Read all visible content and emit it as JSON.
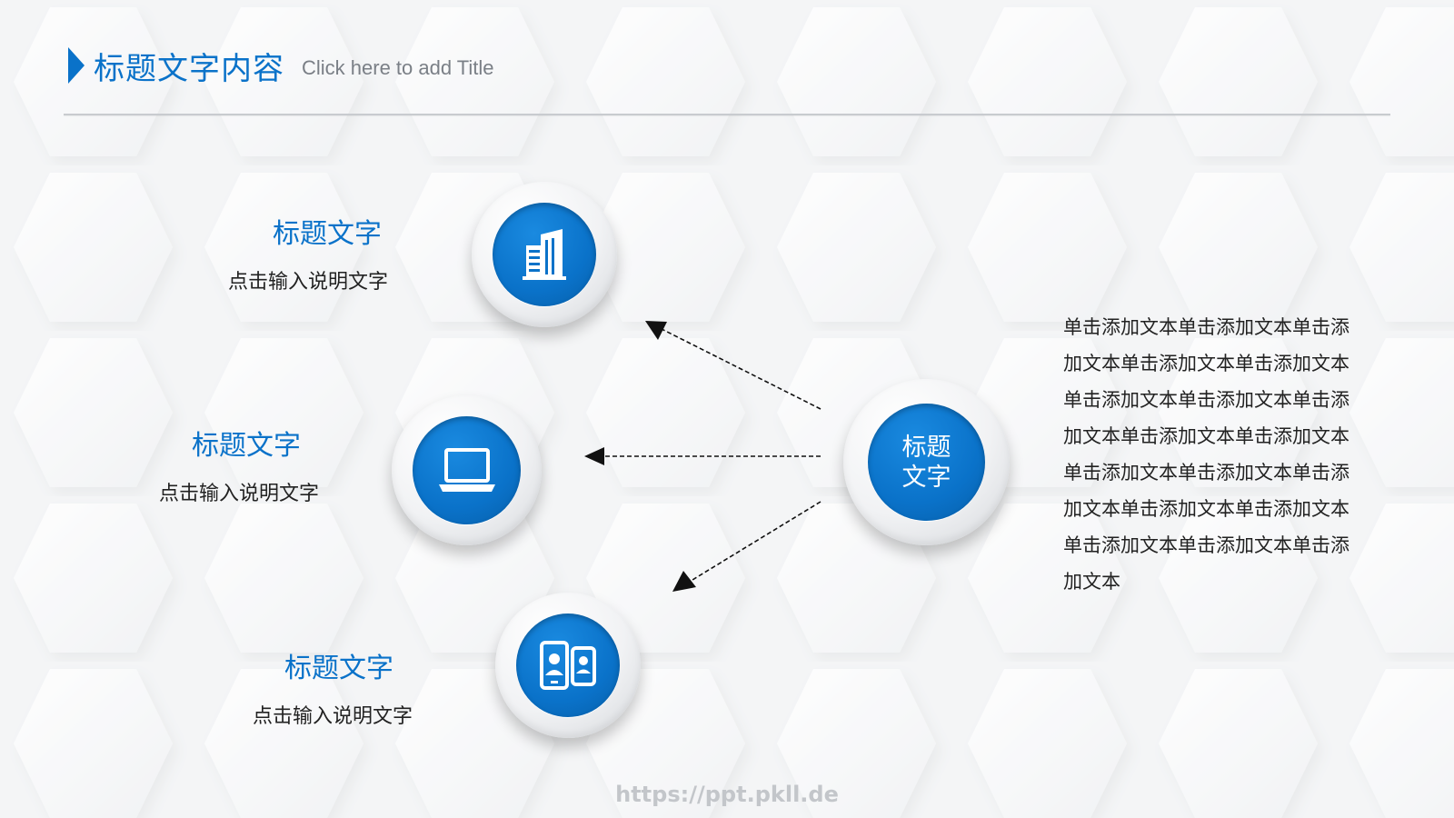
{
  "header": {
    "title": "标题文字内容",
    "subtitle": "Click here to add Title"
  },
  "items": [
    {
      "title": "标题文字",
      "desc": "点击输入说明文字",
      "icon": "building-icon"
    },
    {
      "title": "标题文字",
      "desc": "点击输入说明文字",
      "icon": "laptop-icon"
    },
    {
      "title": "标题文字",
      "desc": "点击输入说明文字",
      "icon": "contacts-icon"
    }
  ],
  "center": {
    "label_line1": "标题",
    "label_line2": "文字"
  },
  "paragraph": "单击添加文本单击添加文本单击添加文本单击添加文本单击添加文本单击添加文本单击添加文本单击添加文本单击添加文本单击添加文本单击添加文本单击添加文本单击添加文本单击添加文本单击添加文本单击添加文本单击添加文本单击添加文本",
  "watermark": "https://ppt.pkll.de",
  "colors": {
    "accent": "#0a72c9",
    "text": "#222222",
    "subtitle": "#7a7f86"
  }
}
